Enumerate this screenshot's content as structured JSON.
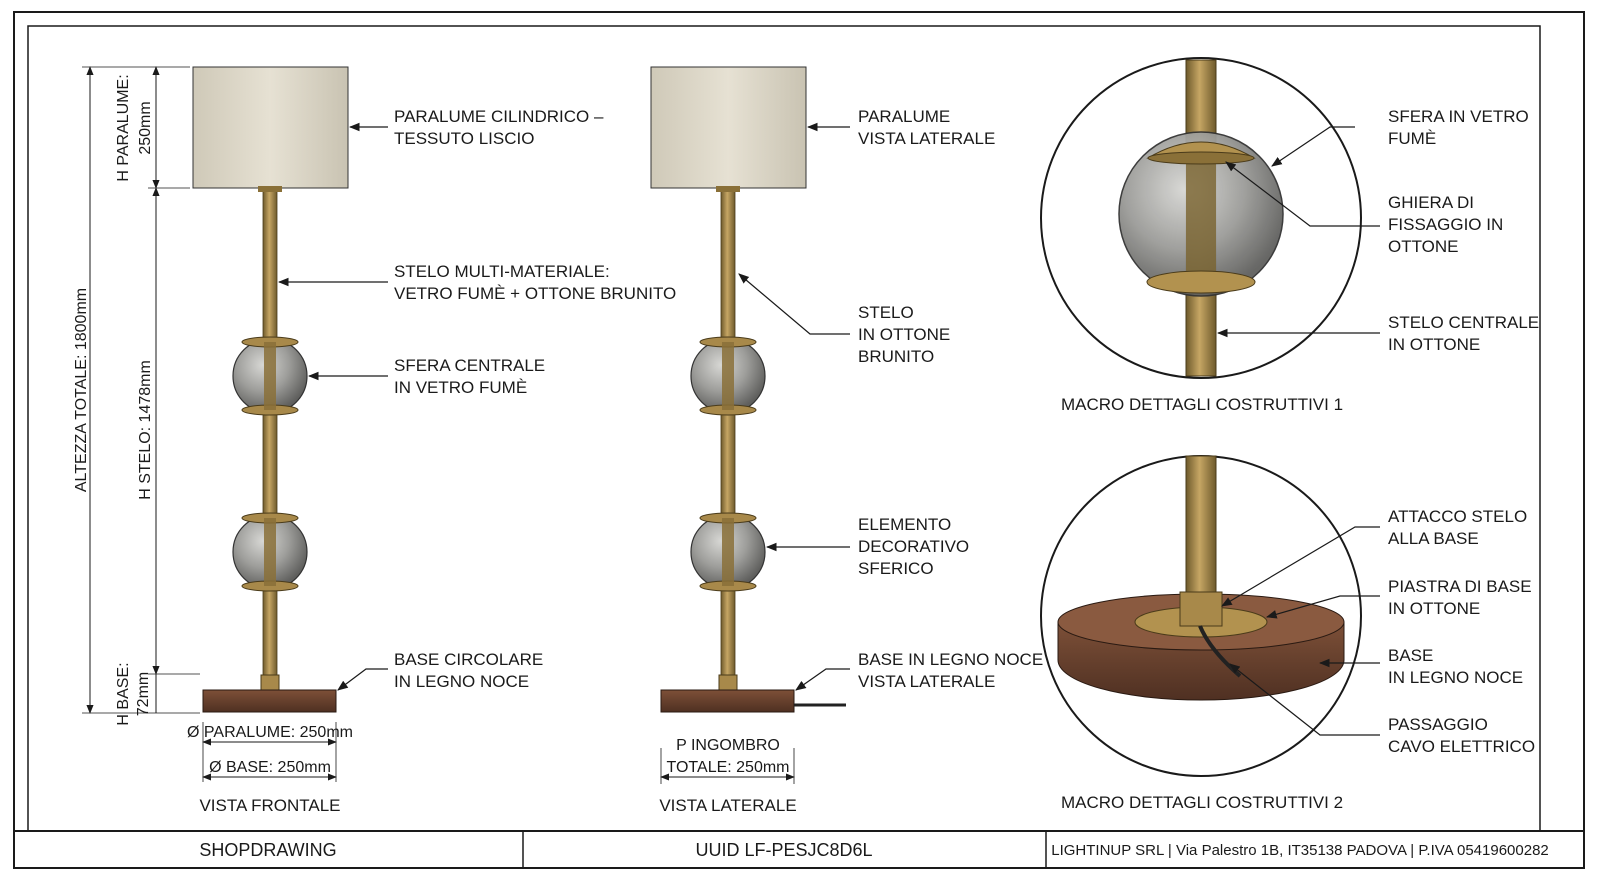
{
  "front_view": {
    "caption": "VISTA FRONTALE",
    "labels": {
      "shade": [
        "PARALUME CILINDRICO –",
        "TESSUTO LISCIO"
      ],
      "stem": [
        "STELO MULTI-MATERIALE:",
        "VETRO FUMÈ + OTTONE BRUNITO"
      ],
      "sphere": [
        "SFERA CENTRALE",
        "IN VETRO FUMÈ"
      ],
      "base": [
        "BASE CIRCOLARE",
        "IN LEGNO NOCE"
      ]
    },
    "dimensions": {
      "total_height": "ALTEZZA TOTALE: 1800mm",
      "shade_height": [
        "H PARALUME:",
        "250mm"
      ],
      "stem_height": "H STELO: 1478mm",
      "base_height": [
        "H BASE:",
        "72mm"
      ],
      "shade_diameter": "Ø PARALUME: 250mm",
      "base_diameter": "Ø BASE: 250mm"
    }
  },
  "side_view": {
    "caption": "VISTA LATERALE",
    "labels": {
      "shade": [
        "PARALUME",
        "VISTA LATERALE"
      ],
      "stem": [
        "STELO",
        "IN OTTONE",
        "BRUNITO"
      ],
      "sphere": [
        "ELEMENTO",
        "DECORATIVO",
        "SFERICO"
      ],
      "base": [
        "BASE IN LEGNO NOCE",
        "VISTA LATERALE"
      ]
    },
    "dimensions": {
      "depth": [
        "P INGOMBRO",
        "TOTALE: 250mm"
      ]
    }
  },
  "detail_1": {
    "caption": "MACRO DETTAGLI COSTRUTTIVI 1",
    "labels": {
      "sphere": [
        "SFERA IN VETRO",
        "FUMÈ"
      ],
      "ring": [
        "GHIERA DI",
        "FISSAGGIO IN",
        "OTTONE"
      ],
      "stem": [
        "STELO CENTRALE",
        "IN OTTONE"
      ]
    }
  },
  "detail_2": {
    "caption": "MACRO DETTAGLI COSTRUTTIVI 2",
    "labels": {
      "attach": [
        "ATTACCO STELO",
        "ALLA BASE"
      ],
      "plate": [
        "PIASTRA DI BASE",
        "IN OTTONE"
      ],
      "base": [
        "BASE",
        "IN LEGNO NOCE"
      ],
      "cable": [
        "PASSAGGIO",
        "CAVO ELETTRICO"
      ]
    }
  },
  "title_block": {
    "type": "SHOPDRAWING",
    "uuid": "UUID LF-PESJC8D6L",
    "company": "LIGHTINUP SRL | Via Palestro 1B, IT35138 PADOVA | P.IVA 05419600282"
  },
  "colors": {
    "brass": "#a8894a",
    "brass_dark": "#6e5a2c",
    "shade": "#ddd8c9",
    "glass": "#9a9a98",
    "walnut": "#6b4330",
    "line": "#1a1a1a"
  }
}
